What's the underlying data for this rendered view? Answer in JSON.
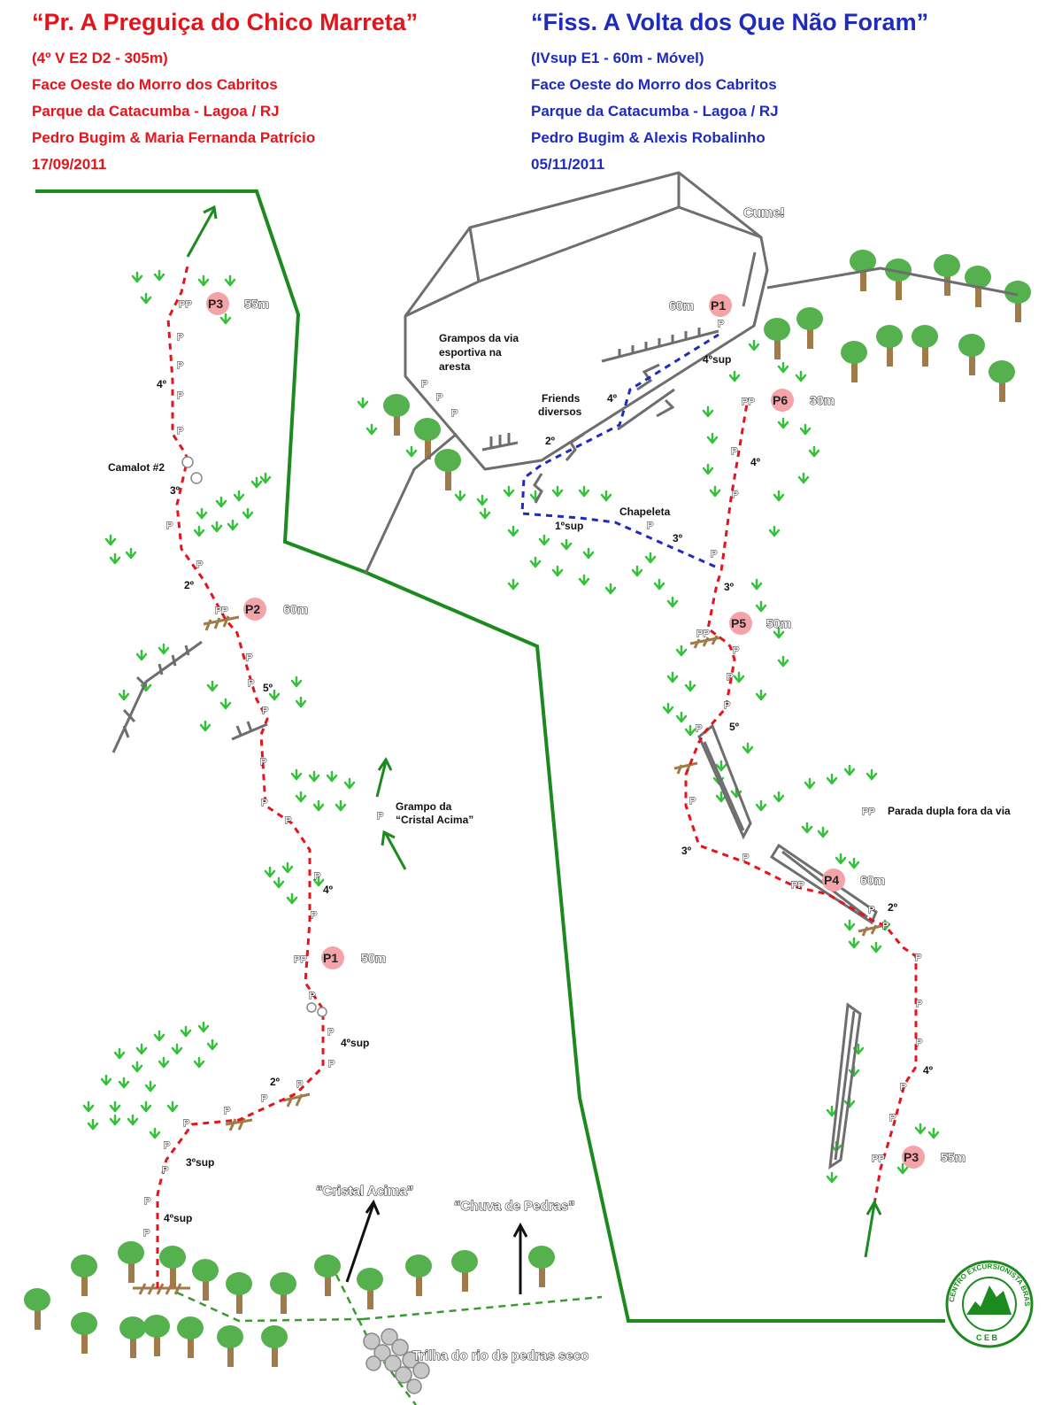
{
  "route_left": {
    "title": "“Pr. A Preguiça do Chico Marreta”",
    "grade": "(4º V E2 D2 - 305m)",
    "location": "Face Oeste do Morro dos Cabritos",
    "park": "Parque da Catacumba - Lagoa / RJ",
    "authors": "Pedro Bugim & Maria Fernanda Patrício",
    "date": "17/09/2011",
    "color": "#e3141c"
  },
  "route_right": {
    "title": "“Fiss. A Volta dos Que Não Foram”",
    "grade": "(IVsup E1 - 60m - Móvel)",
    "location": "Face Oeste do Morro dos Cabritos",
    "park": "Parque da Catacumba - Lagoa / RJ",
    "authors": "Pedro Bugim & Alexis Robalinho",
    "date": "05/11/2011",
    "color": "#1e2bbd"
  },
  "labels": {
    "cume": "Cume!",
    "grampos": [
      "Grampos da via",
      "esportiva na",
      "aresta"
    ],
    "friends": [
      "Friends",
      "diversos"
    ],
    "chapeleta": "Chapeleta",
    "camalot": "Camalot #2",
    "grampo_cristal": [
      "Grampo da",
      "“Cristal Acima”"
    ],
    "parada_dupla": "Parada dupla fora da via",
    "cristal_acima": "“Cristal Acima”",
    "chuva_de_pedras": "“Chuva de Pedras”",
    "trilha": "Trilha do rio de pedras seco"
  },
  "belays": {
    "left": [
      {
        "name": "P3",
        "length": "55m"
      },
      {
        "name": "P2",
        "length": "60m"
      },
      {
        "name": "P1",
        "length": "50m"
      }
    ],
    "right": [
      {
        "name": "P6",
        "length": "30m"
      },
      {
        "name": "P5",
        "length": "50m"
      },
      {
        "name": "P4",
        "length": "60m"
      },
      {
        "name": "P3",
        "length": "55m"
      }
    ],
    "blue": {
      "name": "P1",
      "length": "60m"
    }
  },
  "grades": {
    "left": [
      "4º",
      "3º",
      "2º",
      "5º",
      "4º",
      "4ºsup",
      "2º",
      "3ºsup",
      "4ºsup"
    ],
    "right": [
      "4º",
      "3º",
      "3º",
      "5º",
      "3º",
      "2º",
      "4º"
    ],
    "blue": [
      "4ºsup",
      "4º",
      "2º",
      "1ºsup"
    ]
  },
  "symbols": {
    "bolt": "P",
    "double_bolt": "PP"
  },
  "logo": {
    "text": "CENTRO EXCURSIONISTA BRASILEIRO",
    "abbr": "C E B"
  },
  "colors": {
    "left_route": "#e3141c",
    "right_route": "#e3141c",
    "blue_route": "#1e2bbd",
    "boundary": "#1d8a1f",
    "rock": "#6e6e6e",
    "belay_circle": "#f4a3a8",
    "grass": "#34c13a",
    "tree_canopy": "#55b04e",
    "tree_trunk": "#a07a48"
  }
}
